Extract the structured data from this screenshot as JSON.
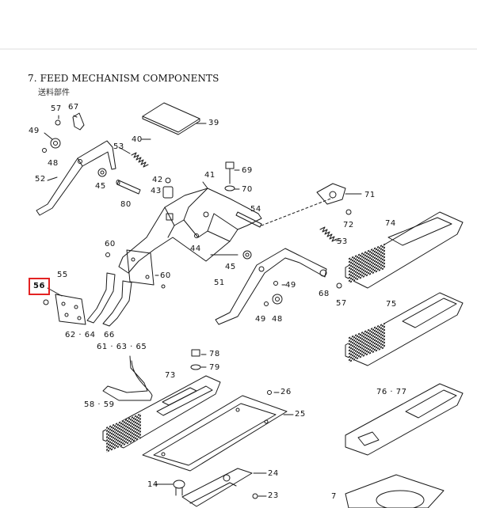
{
  "title": "7. FEED MECHANISM COMPONENTS",
  "subtitle": "送料部件",
  "highlight_color": "#e32222",
  "callouts": [
    {
      "id": "c57a",
      "text": "57"
    },
    {
      "id": "c67",
      "text": "67"
    },
    {
      "id": "c49a",
      "text": "49"
    },
    {
      "id": "c48a",
      "text": "48"
    },
    {
      "id": "c52",
      "text": "52"
    },
    {
      "id": "c39",
      "text": "39"
    },
    {
      "id": "c40",
      "text": "40"
    },
    {
      "id": "c53a",
      "text": "53"
    },
    {
      "id": "c45a",
      "text": "45"
    },
    {
      "id": "c42",
      "text": "42"
    },
    {
      "id": "c43",
      "text": "43"
    },
    {
      "id": "c41",
      "text": "41"
    },
    {
      "id": "c69",
      "text": "69"
    },
    {
      "id": "c70",
      "text": "70"
    },
    {
      "id": "c71",
      "text": "71"
    },
    {
      "id": "c80a",
      "text": "80"
    },
    {
      "id": "c54",
      "text": "54"
    },
    {
      "id": "c72",
      "text": "72"
    },
    {
      "id": "c74",
      "text": "74"
    },
    {
      "id": "c44",
      "text": "44"
    },
    {
      "id": "c60a",
      "text": "60"
    },
    {
      "id": "c53b",
      "text": "53"
    },
    {
      "id": "c55",
      "text": "55"
    },
    {
      "id": "c80b",
      "text": "60"
    },
    {
      "id": "c45b",
      "text": "45"
    },
    {
      "id": "c56",
      "text": "56"
    },
    {
      "id": "c51",
      "text": "51"
    },
    {
      "id": "c49b",
      "text": "49"
    },
    {
      "id": "c68",
      "text": "68"
    },
    {
      "id": "c57b",
      "text": "57"
    },
    {
      "id": "c49c",
      "text": "49"
    },
    {
      "id": "c48b",
      "text": "48"
    },
    {
      "id": "c75",
      "text": "75"
    },
    {
      "id": "c6264",
      "text": "62 · 64"
    },
    {
      "id": "c66",
      "text": "66"
    },
    {
      "id": "c616365",
      "text": "61 · 63 · 65"
    },
    {
      "id": "c78",
      "text": "78"
    },
    {
      "id": "c79",
      "text": "79"
    },
    {
      "id": "c73",
      "text": "73"
    },
    {
      "id": "c26",
      "text": "26"
    },
    {
      "id": "c7677",
      "text": "76 · 77"
    },
    {
      "id": "c5859",
      "text": "58 · 59"
    },
    {
      "id": "c25",
      "text": "25"
    },
    {
      "id": "c24",
      "text": "24"
    },
    {
      "id": "c14",
      "text": "14"
    },
    {
      "id": "c23",
      "text": "23"
    },
    {
      "id": "c7",
      "text": "7"
    }
  ]
}
